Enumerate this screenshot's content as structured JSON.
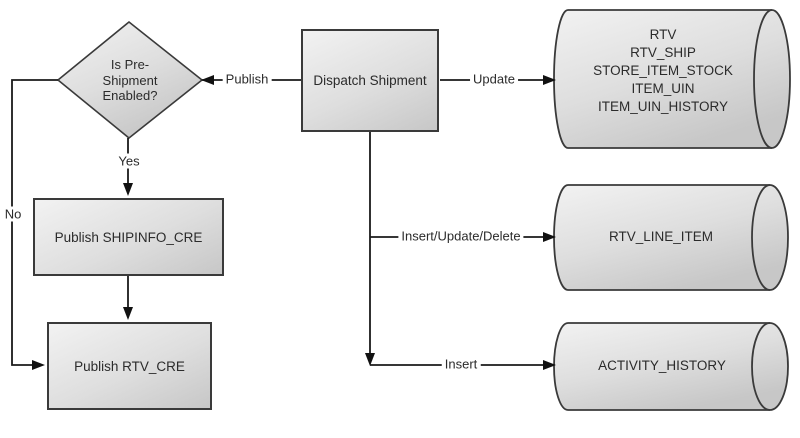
{
  "diagram": {
    "decision": {
      "text": "Is Pre-\nShipment\nEnabled?"
    },
    "process": {
      "label": "Dispatch Shipment"
    },
    "sub_processes": {
      "shipinfo": {
        "label": "Publish SHIPINFO_CRE"
      },
      "rtvcre": {
        "label": "Publish RTV_CRE"
      }
    },
    "datastores": {
      "primary": {
        "tables": "RTV\nRTV_SHIP\nSTORE_ITEM_STOCK\nITEM_UIN\nITEM_UIN_HISTORY"
      },
      "line_item": {
        "tables": "RTV_LINE_ITEM"
      },
      "activity": {
        "tables": "ACTIVITY_HISTORY"
      }
    },
    "edge_labels": {
      "publish": "Publish",
      "update": "Update",
      "yes": "Yes",
      "no": "No",
      "insert_update_delete": "Insert/Update/Delete",
      "insert": "Insert"
    },
    "colors": {
      "shape_fill_light": "#f2f2f2",
      "shape_fill_dark": "#c7c7c7",
      "shape_border": "#3a3a3a",
      "connector_line": "#1a1a1a",
      "text": "#2b2b2b",
      "background": "#ffffff"
    }
  }
}
